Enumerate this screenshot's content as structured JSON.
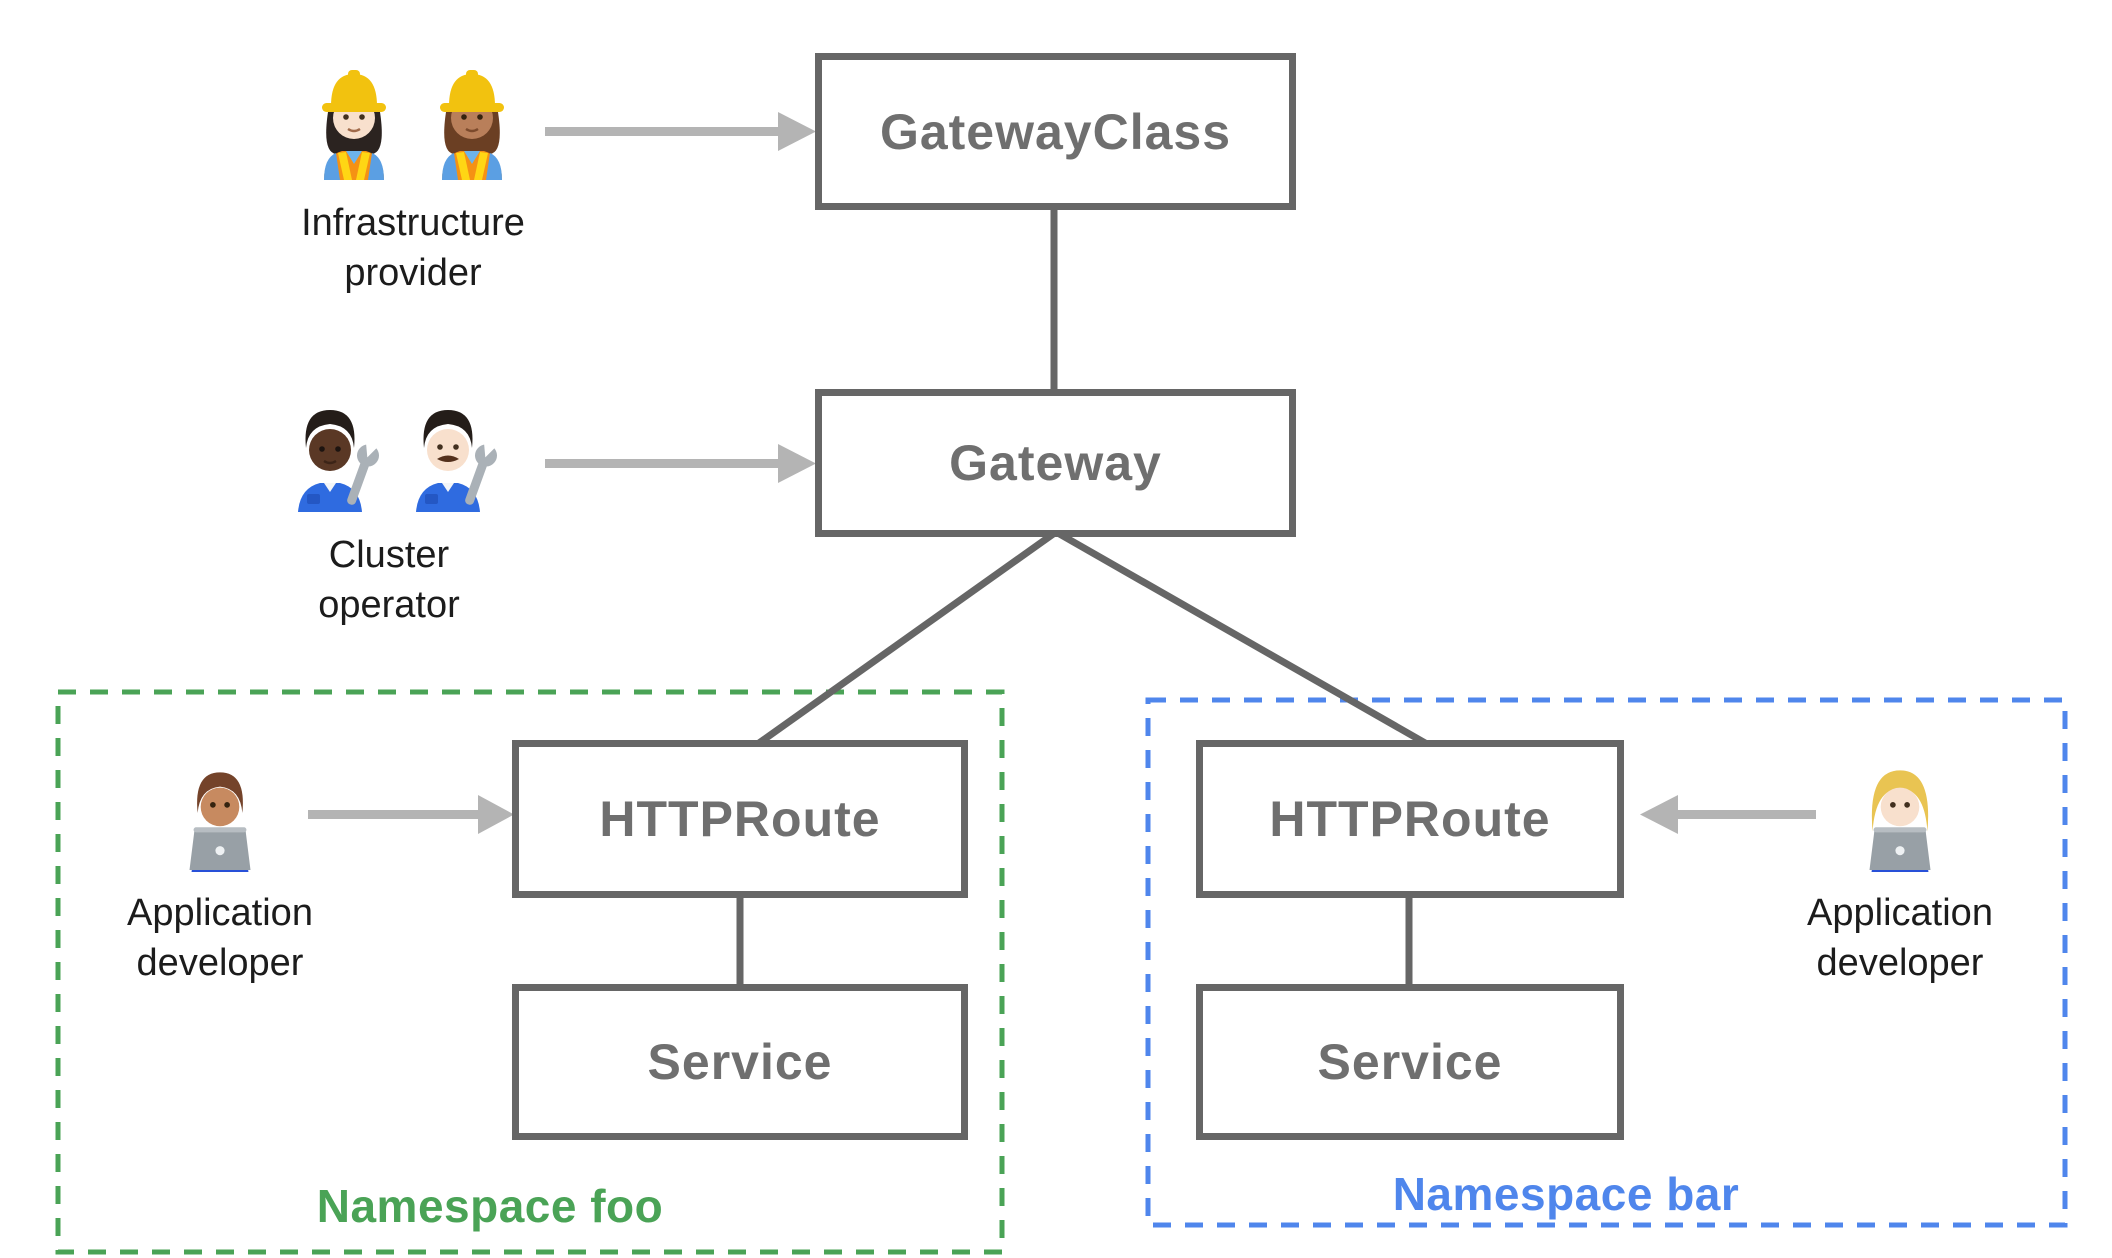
{
  "title": "Gateway API resource model diagram",
  "colors": {
    "box_border": "#666666",
    "box_text": "#6f6f6f",
    "arrow": "#b4b4b4",
    "namespace_foo": "#4aa356",
    "namespace_bar": "#4f86ec",
    "persona_text": "#1c1c1c"
  },
  "nodes": {
    "gateway_class": "GatewayClass",
    "gateway": "Gateway",
    "httproute_foo": "HTTPRoute",
    "service_foo": "Service",
    "httproute_bar": "HTTPRoute",
    "service_bar": "Service"
  },
  "namespaces": {
    "foo": "Namespace foo",
    "bar": "Namespace bar"
  },
  "personas": {
    "infrastructure_provider": {
      "line1": "Infrastructure",
      "line2": "provider",
      "icons": [
        "woman-construction-worker-light-skin-emoji",
        "woman-construction-worker-medium-skin-emoji"
      ]
    },
    "cluster_operator": {
      "line1": "Cluster",
      "line2": "operator",
      "icons": [
        "mechanic-dark-skin-emoji",
        "man-mechanic-light-skin-emoji"
      ]
    },
    "application_developer_foo": {
      "line1": "Application",
      "line2": "developer",
      "icons": [
        "man-technologist-medium-skin-emoji"
      ]
    },
    "application_developer_bar": {
      "line1": "Application",
      "line2": "developer",
      "icons": [
        "woman-technologist-light-skin-emoji"
      ]
    }
  }
}
